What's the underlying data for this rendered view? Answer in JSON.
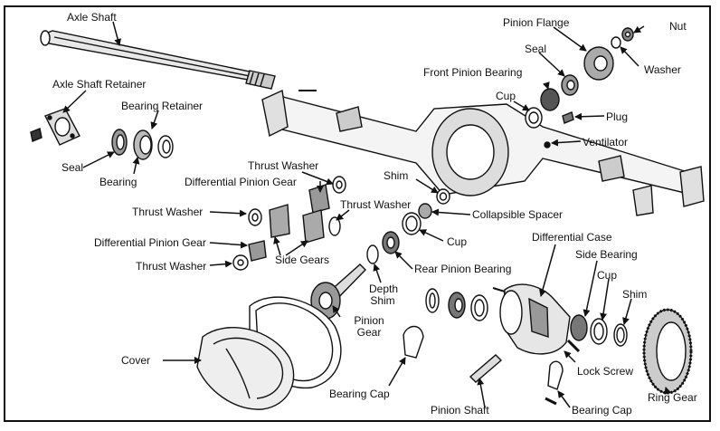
{
  "labels": {
    "axle_shaft": "Axle Shaft",
    "axle_shaft_retainer": "Axle Shaft Retainer",
    "bearing_retainer": "Bearing Retainer",
    "seal_left": "Seal",
    "bearing_left": "Bearing",
    "thrust_washer_top": "Thrust Washer",
    "diff_pinion_gear_top": "Differential Pinion Gear",
    "thrust_washer_mid": "Thrust Washer",
    "thrust_washer_left": "Thrust Washer",
    "side_gears": "Side Gears",
    "diff_pinion_gear_low": "Differential Pinion Gear",
    "thrust_washer_low": "Thrust Washer",
    "pinion_flange": "Pinion Flange",
    "nut": "Nut",
    "seal_top": "Seal",
    "washer": "Washer",
    "front_pinion_bearing": "Front Pinion Bearing",
    "cup_top": "Cup",
    "plug": "Plug",
    "ventilator": "Ventilator",
    "shim_mid": "Shim",
    "collapsible_spacer": "Collapsible Spacer",
    "cup_mid": "Cup",
    "rear_pinion_bearing": "Rear Pinion Bearing",
    "depth_shim_1": "Depth",
    "depth_shim_2": "Shim",
    "differential_case": "Differential Case",
    "side_bearing": "Side Bearing",
    "cup_right": "Cup",
    "shim_right": "Shim",
    "pinion_gear_1": "Pinion",
    "pinion_gear_2": "Gear",
    "cover": "Cover",
    "bearing_cap_left": "Bearing Cap",
    "lock_screw": "Lock Screw",
    "pinion_shaft": "Pinion Shaft",
    "bearing_cap_right": "Bearing Cap",
    "ring_gear": "Ring Gear"
  }
}
